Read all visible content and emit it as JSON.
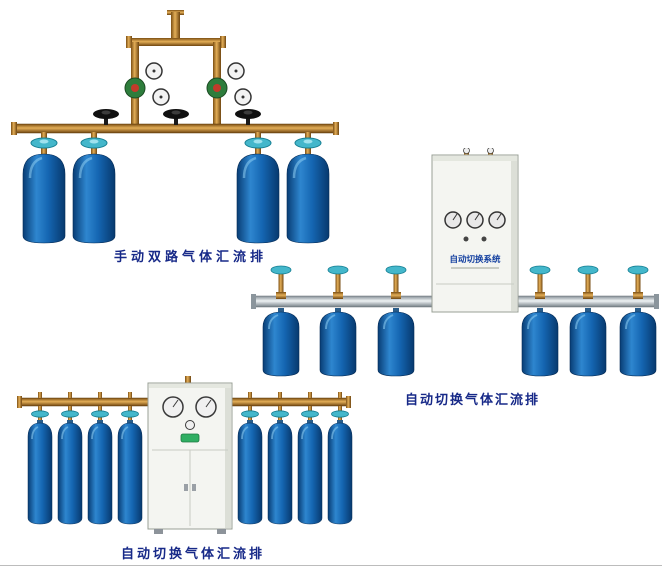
{
  "page": {
    "background": "#ffffff"
  },
  "colors": {
    "caption": "#172988",
    "cylinder_blue": "#1565b0",
    "brass": "#e3ae57",
    "handwheel_teal": "#44b7cb",
    "pipe_silver": "#eef2f4",
    "cabinet": "#f4f5f1"
  },
  "products": [
    {
      "type": "manual-dual-manifold",
      "caption": "手动双路气体汇流排",
      "cylinder_count": 4
    },
    {
      "type": "auto-switch-manifold",
      "caption": "自动切换气体汇流排",
      "cylinder_count": 6,
      "cabinet_label": "自动切换系统"
    },
    {
      "type": "auto-switch-manifold",
      "caption": "自动切换气体汇流排",
      "cylinder_count": 8
    }
  ]
}
